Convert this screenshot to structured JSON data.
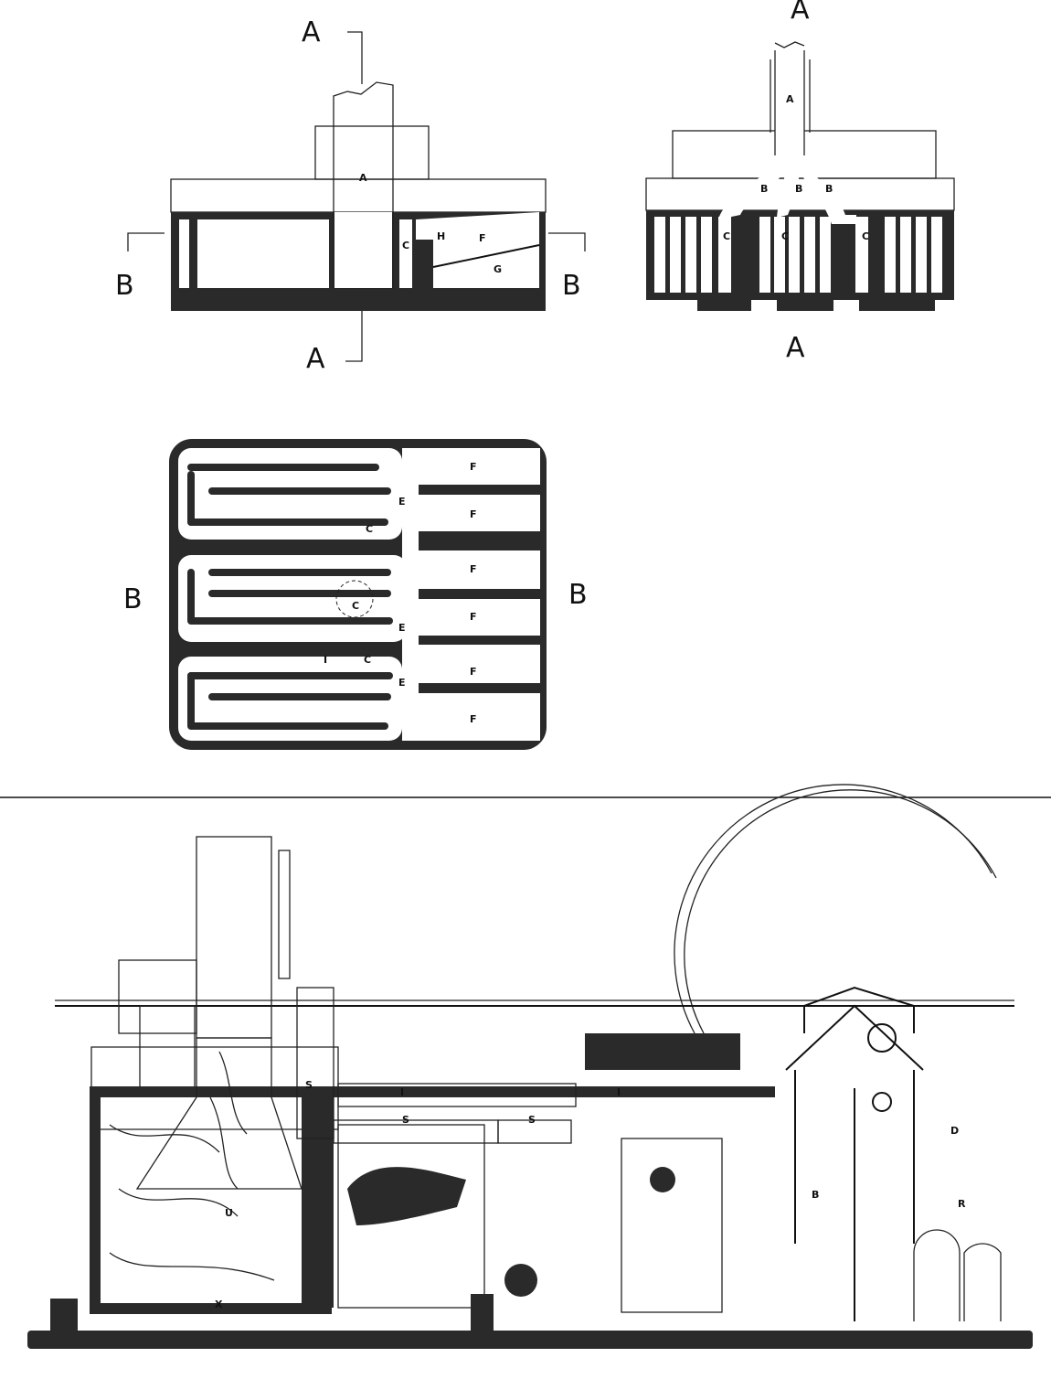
{
  "section_elevation": {
    "cut_labels": [
      "A",
      "A",
      "B",
      "B"
    ],
    "parts": {
      "flue": "A",
      "chamber": "C",
      "h": "H",
      "f": "F",
      "g": "G"
    }
  },
  "section_aa": {
    "cut_labels": [
      "A",
      "A"
    ],
    "parts": {
      "flue": "A",
      "branches": [
        "B",
        "B",
        "B"
      ],
      "chambers": [
        "C",
        "C",
        "C"
      ]
    }
  },
  "section_bb": {
    "cut_labels": [
      "B",
      "B"
    ],
    "parts": {
      "cells": [
        "F",
        "F",
        "F",
        "F",
        "F",
        "F"
      ],
      "e": [
        "E",
        "E",
        "E"
      ],
      "c": [
        "C",
        "C",
        "C"
      ],
      "i": "I"
    }
  },
  "plant_section": {
    "labels": [
      "S",
      "S",
      "S",
      "I",
      "I",
      "X",
      "U",
      "B",
      "R",
      "D"
    ]
  }
}
